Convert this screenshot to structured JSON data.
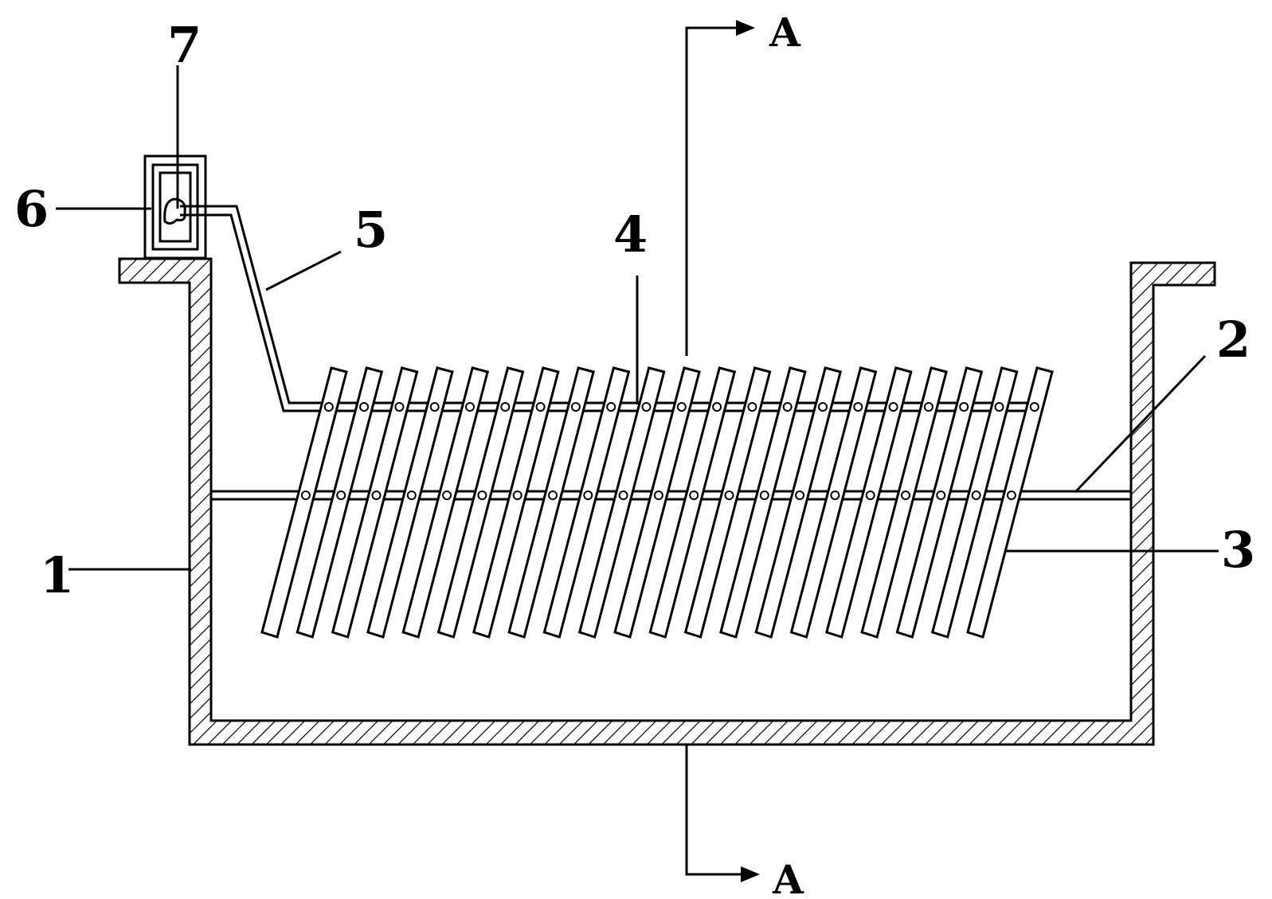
{
  "callouts": {
    "tank": "1",
    "rail": "2",
    "plates": "3",
    "pipe_header": "4",
    "feed_pipe": "5",
    "housing": "6",
    "pump": "7"
  },
  "section_marks": {
    "top": "A",
    "bottom": "A"
  },
  "colors": {
    "ink": "#000000",
    "paper": "#ffffff"
  },
  "plates": {
    "count": 21
  }
}
